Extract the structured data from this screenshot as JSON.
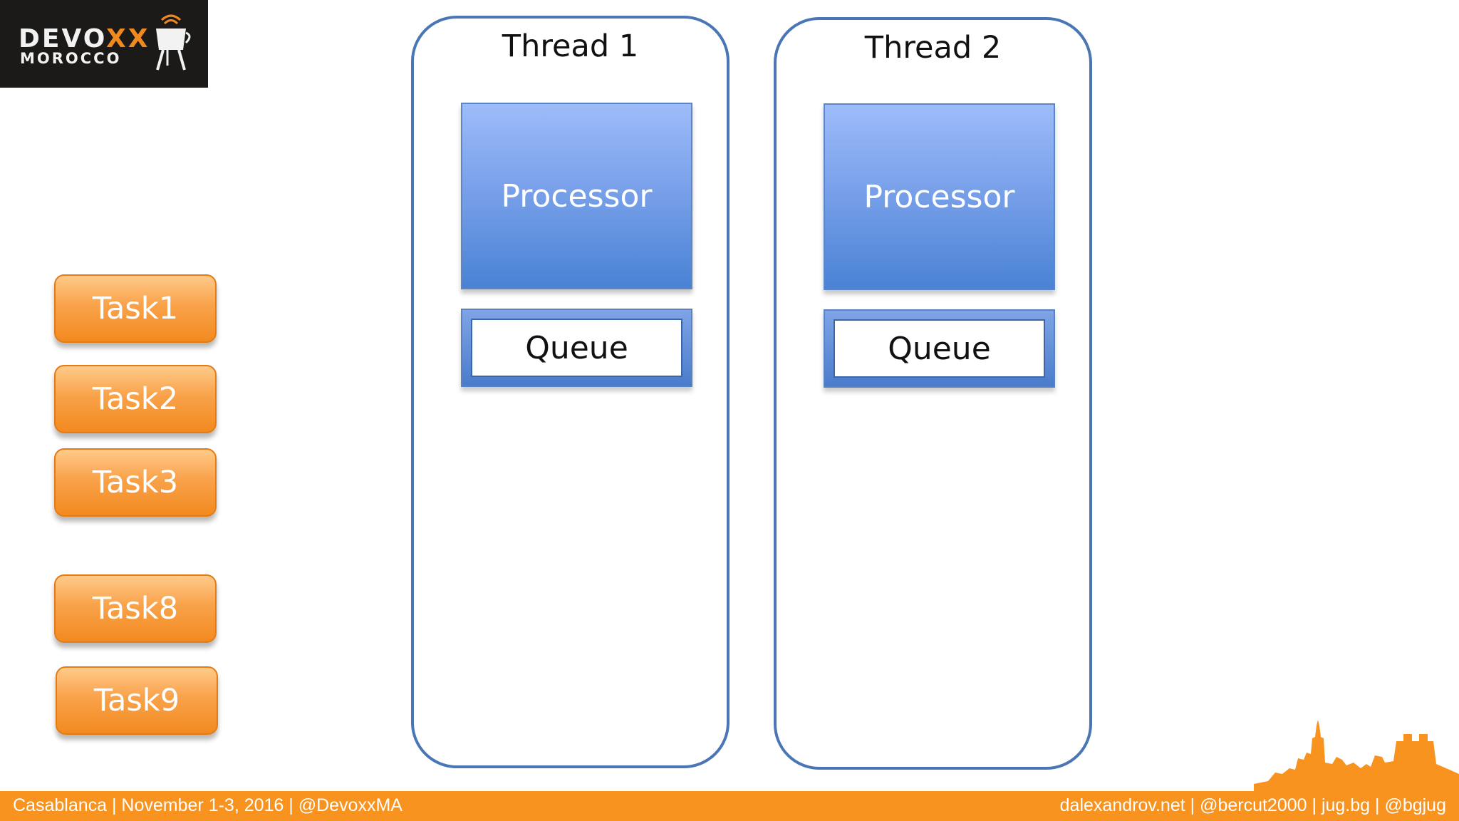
{
  "logo": {
    "line1_prefix": "DEVO",
    "line1_xx": "XX",
    "line2": "MOROCCO"
  },
  "threads": [
    {
      "title": "Thread 1",
      "processor_label": "Processor",
      "queue_label": "Queue"
    },
    {
      "title": "Thread 2",
      "processor_label": "Processor",
      "queue_label": "Queue"
    }
  ],
  "tasks": [
    "Task1",
    "Task2",
    "Task3",
    "Task8",
    "Task9"
  ],
  "footer": {
    "left": "Casablanca | November 1-3, 2016 | @DevoxxMA",
    "right": "dalexandrov.net | @bercut2000 | jug.bg | @bgjug"
  },
  "colors": {
    "thread_border": "#4a76b6",
    "processor": "#4a82d4",
    "task": "#f28a1f",
    "footer": "#f7931e"
  }
}
